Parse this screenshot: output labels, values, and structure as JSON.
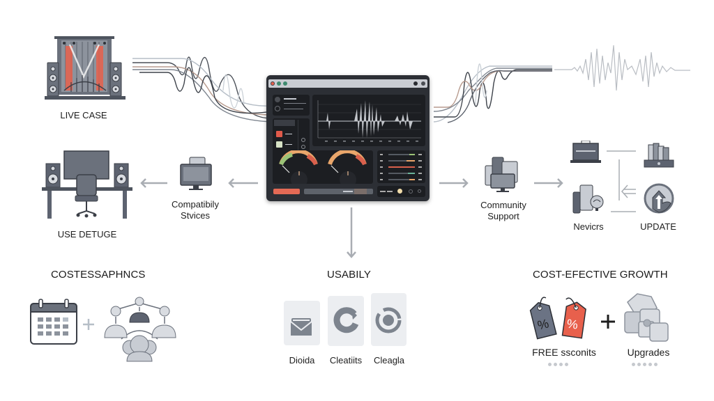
{
  "diagram": {
    "colors": {
      "background": "#ffffff",
      "icon_gray": "#5d6370",
      "icon_light": "#c8ccd3",
      "accent_red": "#e8604c",
      "accent_orange": "#e9a66b",
      "arrow_gray": "#a9adb3",
      "app_dark": "#2c2f35"
    },
    "top_left": {
      "label": "LIVE CASE",
      "icon": "stage-speakers-icon"
    },
    "center_app": {
      "icon": "audio-workstation-window",
      "titlebar_buttons": [
        "close",
        "minimize",
        "maximize"
      ],
      "waveform_panel": {
        "y_ticks": [
          "",
          "",
          "",
          ""
        ],
        "x_ticks": [
          "",
          "",
          "",
          "",
          "",
          "",
          "",
          "",
          "",
          "",
          ""
        ]
      },
      "meters": 2,
      "channel_strips": 5
    },
    "middle_left": {
      "workstation": {
        "label": "USE DETUGE",
        "icon": "desk-studio-icon"
      },
      "compat": {
        "label_line1": "Compatibily",
        "label_line2": "Stvices",
        "icon": "monitor-icon"
      }
    },
    "middle_right": {
      "community": {
        "label_line1": "Community",
        "label_line2": "Support",
        "icon": "devices-icon"
      },
      "devices": {
        "label": "Nevicrs",
        "icon": "phone-tablet-icon"
      },
      "update": {
        "label": "UPDATE",
        "icon": "update-icon"
      }
    },
    "bottom_sections": [
      {
        "heading": "COSTESSAPHNCS",
        "items": [
          "calendar-icon",
          "plus",
          "team-network-icon"
        ]
      },
      {
        "heading": "USABILY",
        "tiles": [
          {
            "label": "Dioida",
            "icon": "envelope-icon"
          },
          {
            "label": "Cleatiits",
            "icon": "refresh-ring-icon"
          },
          {
            "label": "Cleagla",
            "icon": "circle-ring-icon"
          }
        ]
      },
      {
        "heading": "COST-EFECTIVE GROWTH",
        "items": [
          {
            "label": "FREE ssconits",
            "icon": "discount-tags-icon",
            "dots": 4
          },
          {
            "label": "+",
            "icon": "plus"
          },
          {
            "label": "Upgrades",
            "icon": "upgrade-blocks-icon",
            "dots": 5
          }
        ]
      }
    ]
  }
}
